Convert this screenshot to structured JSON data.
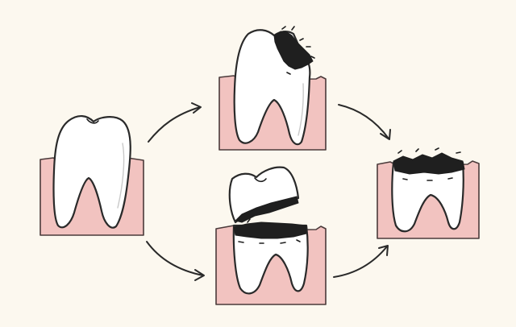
{
  "diagram": {
    "stages": [
      {
        "id": "healthy-tooth",
        "decay": "none"
      },
      {
        "id": "cavity-tooth",
        "decay": "crown-corner"
      },
      {
        "id": "fractured-tooth",
        "decay": "crown-broken-off"
      },
      {
        "id": "residual-root",
        "decay": "crown-lost"
      }
    ],
    "arrows": [
      {
        "from": "healthy-tooth",
        "to": "cavity-tooth"
      },
      {
        "from": "healthy-tooth",
        "to": "fractured-tooth"
      },
      {
        "from": "cavity-tooth",
        "to": "residual-root"
      },
      {
        "from": "fractured-tooth",
        "to": "residual-root"
      }
    ]
  },
  "colors": {
    "background": "#fcf8ef",
    "gum": "#f2c3c0",
    "tooth": "#ffffff",
    "decay": "#1f1f1f",
    "outline": "#2a2a2a"
  }
}
